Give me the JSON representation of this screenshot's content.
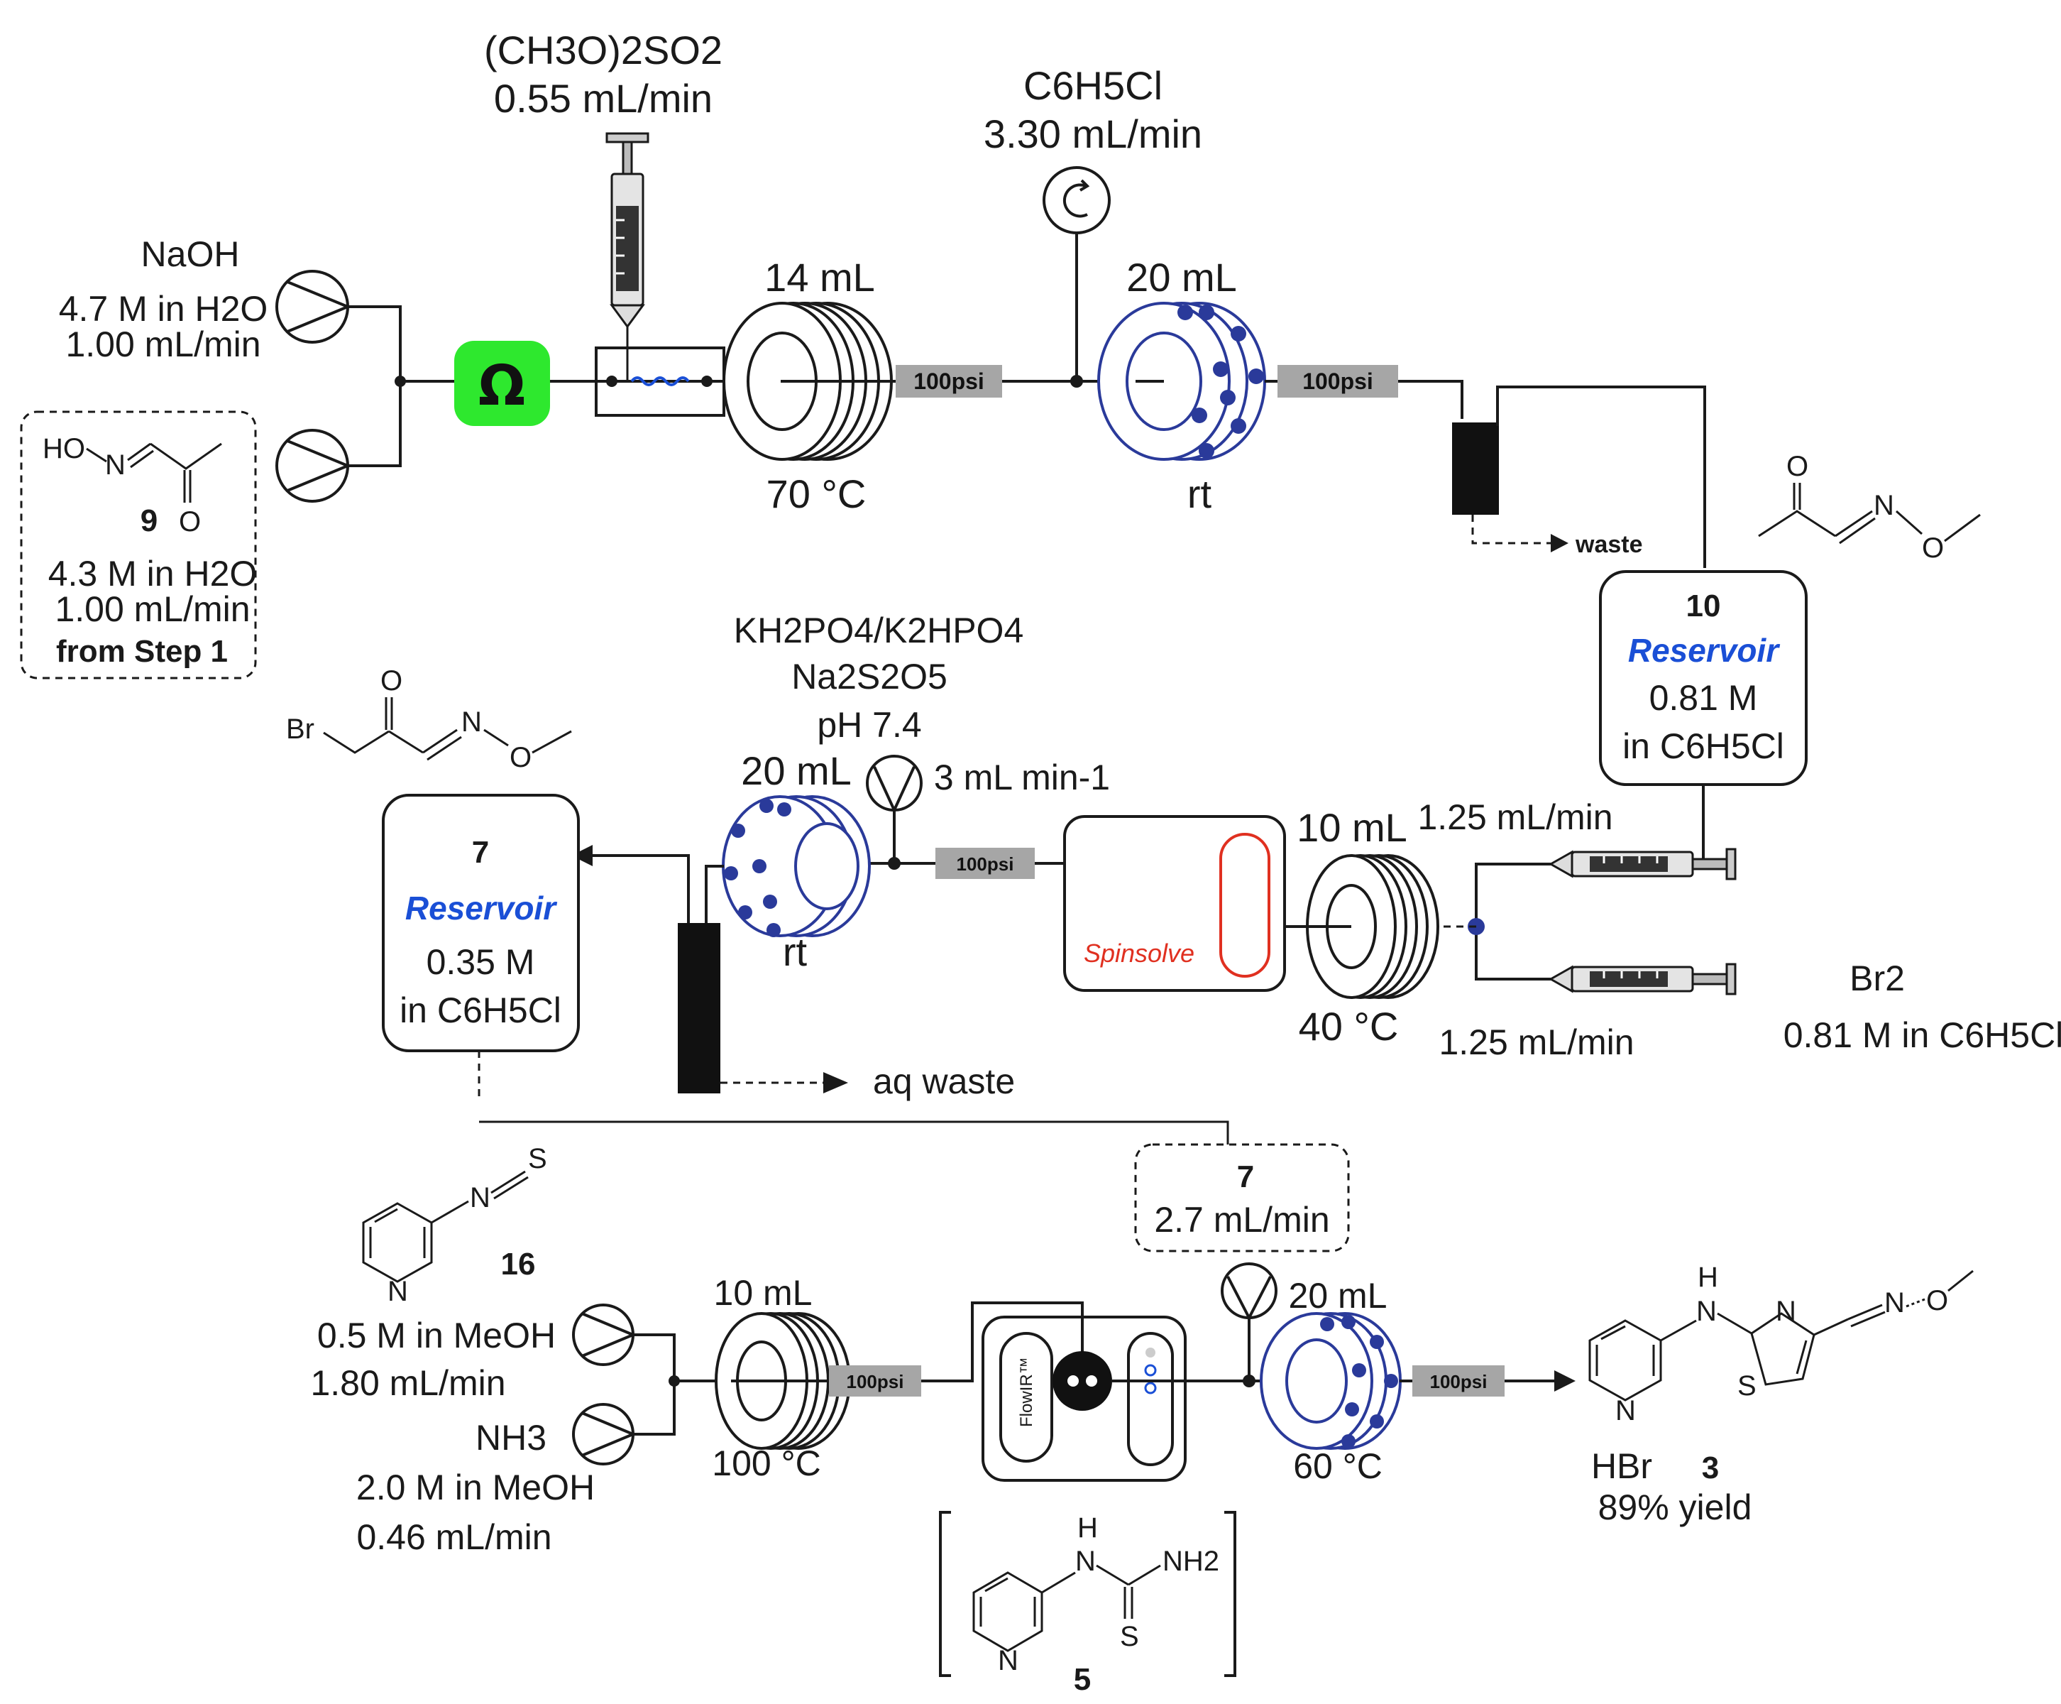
{
  "step2": {
    "reagent_dms": "(CH3O)2SO2",
    "dms_rate": "0.55 mL/min",
    "naoh_name": "NaOH",
    "naoh_conc": "4.7 M in H2O",
    "naoh_rate": "1.00 mL/min",
    "oxime_ho": "HO",
    "oxime_n": "N",
    "oxime_o": "O",
    "oxime_number": "9",
    "oxime_conc": "4.3 M in H2O",
    "oxime_rate": "1.00 mL/min",
    "oxime_source": "from Step 1",
    "heater_symbol": "Ω",
    "reactor1_volume": "14 mL",
    "reactor1_temp": "70 °C",
    "bpr1": "100psi",
    "chlorobenzene_name": "C6H5Cl",
    "chlorobenzene_rate": "3.30 mL/min",
    "reactor2_volume": "20 mL",
    "reactor2_temp": "rt",
    "bpr2": "100psi",
    "waste_label": "waste",
    "product10_o": "O",
    "product10_n": "N",
    "product10_o2": "O",
    "reservoir10_number": "10",
    "reservoir10_label": "Reservoir",
    "reservoir10_conc": "0.81 M",
    "reservoir10_solvent": "in C6H5Cl"
  },
  "step3": {
    "buffer_line1": "KH2PO4/K2HPO4",
    "buffer_line2": "Na2S2O5",
    "buffer_line3": "pH 7.4",
    "buffer_rate": "3 mL min-1",
    "br_compound_br": "Br",
    "br_compound_o": "O",
    "br_compound_n": "N",
    "br_compound_o2": "O",
    "reservoir7_number": "7",
    "reservoir7_label": "Reservoir",
    "reservoir7_conc": "0.35 M",
    "reservoir7_solvent": "in C6H5Cl",
    "reactor3_volume": "20 mL",
    "reactor3_temp": "rt",
    "bpr3": "100psi",
    "spinsolve_label": "Spinsolve",
    "reactor4_volume": "10 mL",
    "reactor4_temp": "40 °C",
    "feed_rate_top": "1.25 mL/min",
    "feed_rate_bottom": "1.25 mL/min",
    "br2_name": "Br2",
    "br2_conc": "0.81 M in C6H5Cl",
    "aq_waste": "aq waste"
  },
  "step4": {
    "isothio_n": "N",
    "isothio_s": "S",
    "isothio_pyr_n": "N",
    "isothio_number": "16",
    "isothio_conc": "0.5 M in MeOH",
    "isothio_rate": "1.80 mL/min",
    "nh3_name": "NH3",
    "nh3_conc": "2.0 M in MeOH",
    "nh3_rate": "0.46 mL/min",
    "reactor5_volume": "10 mL",
    "reactor5_temp": "100 °C",
    "bpr5": "100psi",
    "flowir_label": "FlowIR™",
    "feed7_number": "7",
    "feed7_rate": "2.7 mL/min",
    "reactor6_volume": "20 mL",
    "reactor6_temp": "60 °C",
    "bpr6": "100psi",
    "thiourea_h": "H",
    "thiourea_n": "N",
    "thiourea_nh2": "NH2",
    "thiourea_s": "S",
    "thiourea_pyr_n": "N",
    "thiourea_number": "5",
    "product_h": "H",
    "product_n": "N",
    "product_thz_n": "N",
    "product_thz_s": "S",
    "product_oxime_n": "N",
    "product_oxime_o": "O",
    "product_pyr_n": "N",
    "product_salt": "HBr",
    "product_number": "3",
    "product_yield": "89% yield"
  },
  "colors": {
    "reservoir_label": "#1a4fd6",
    "bead_reactor": "#2a3a9a",
    "heater": "#2ee82e",
    "spinsolve": "#e03020",
    "bpr_fill": "#a6a6a6"
  }
}
